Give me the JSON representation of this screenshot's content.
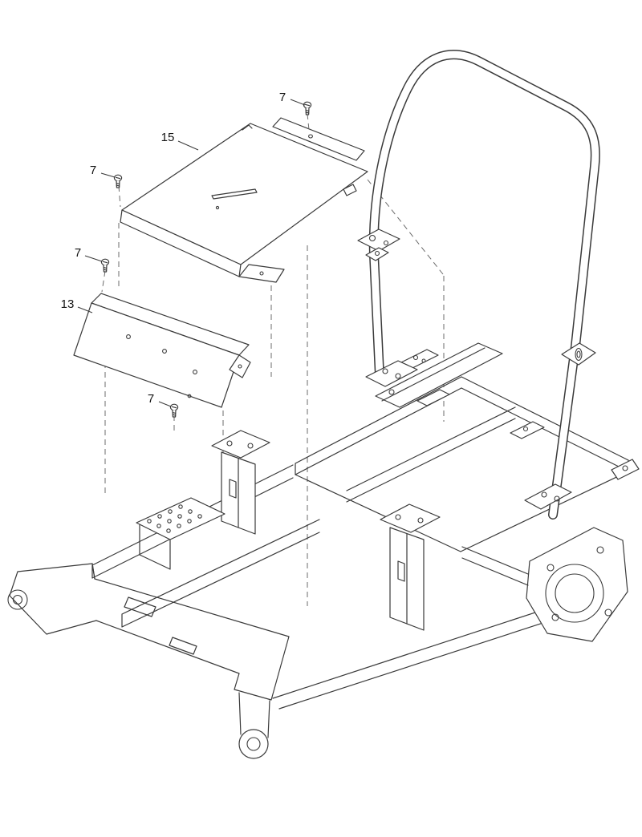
{
  "diagram": {
    "background": "#ffffff",
    "line_color": "#3a3a3a",
    "type": "exploded-parts-illustration",
    "callouts": [
      {
        "id": "screw-top",
        "label": "7",
        "points_to": "screw"
      },
      {
        "id": "cover-panel",
        "label": "15",
        "points_to": "cover-panel"
      },
      {
        "id": "screw-upper-left",
        "label": "7",
        "points_to": "screw"
      },
      {
        "id": "screw-mid-left",
        "label": "7",
        "points_to": "screw"
      },
      {
        "id": "shield-panel",
        "label": "13",
        "points_to": "shield-panel"
      },
      {
        "id": "screw-lower",
        "label": "7",
        "points_to": "screw"
      }
    ]
  }
}
